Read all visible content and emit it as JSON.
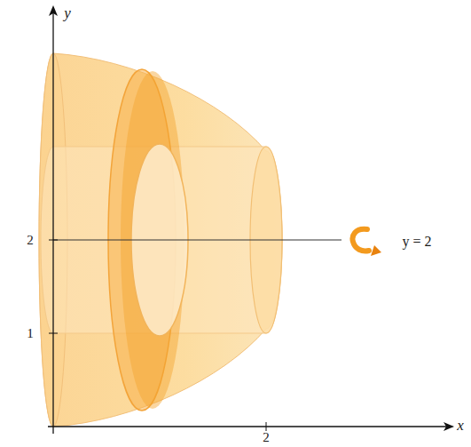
{
  "diagram": {
    "labels": [
      "y",
      "2",
      "1",
      "x",
      "2",
      "y = 2"
    ]
  }
}
